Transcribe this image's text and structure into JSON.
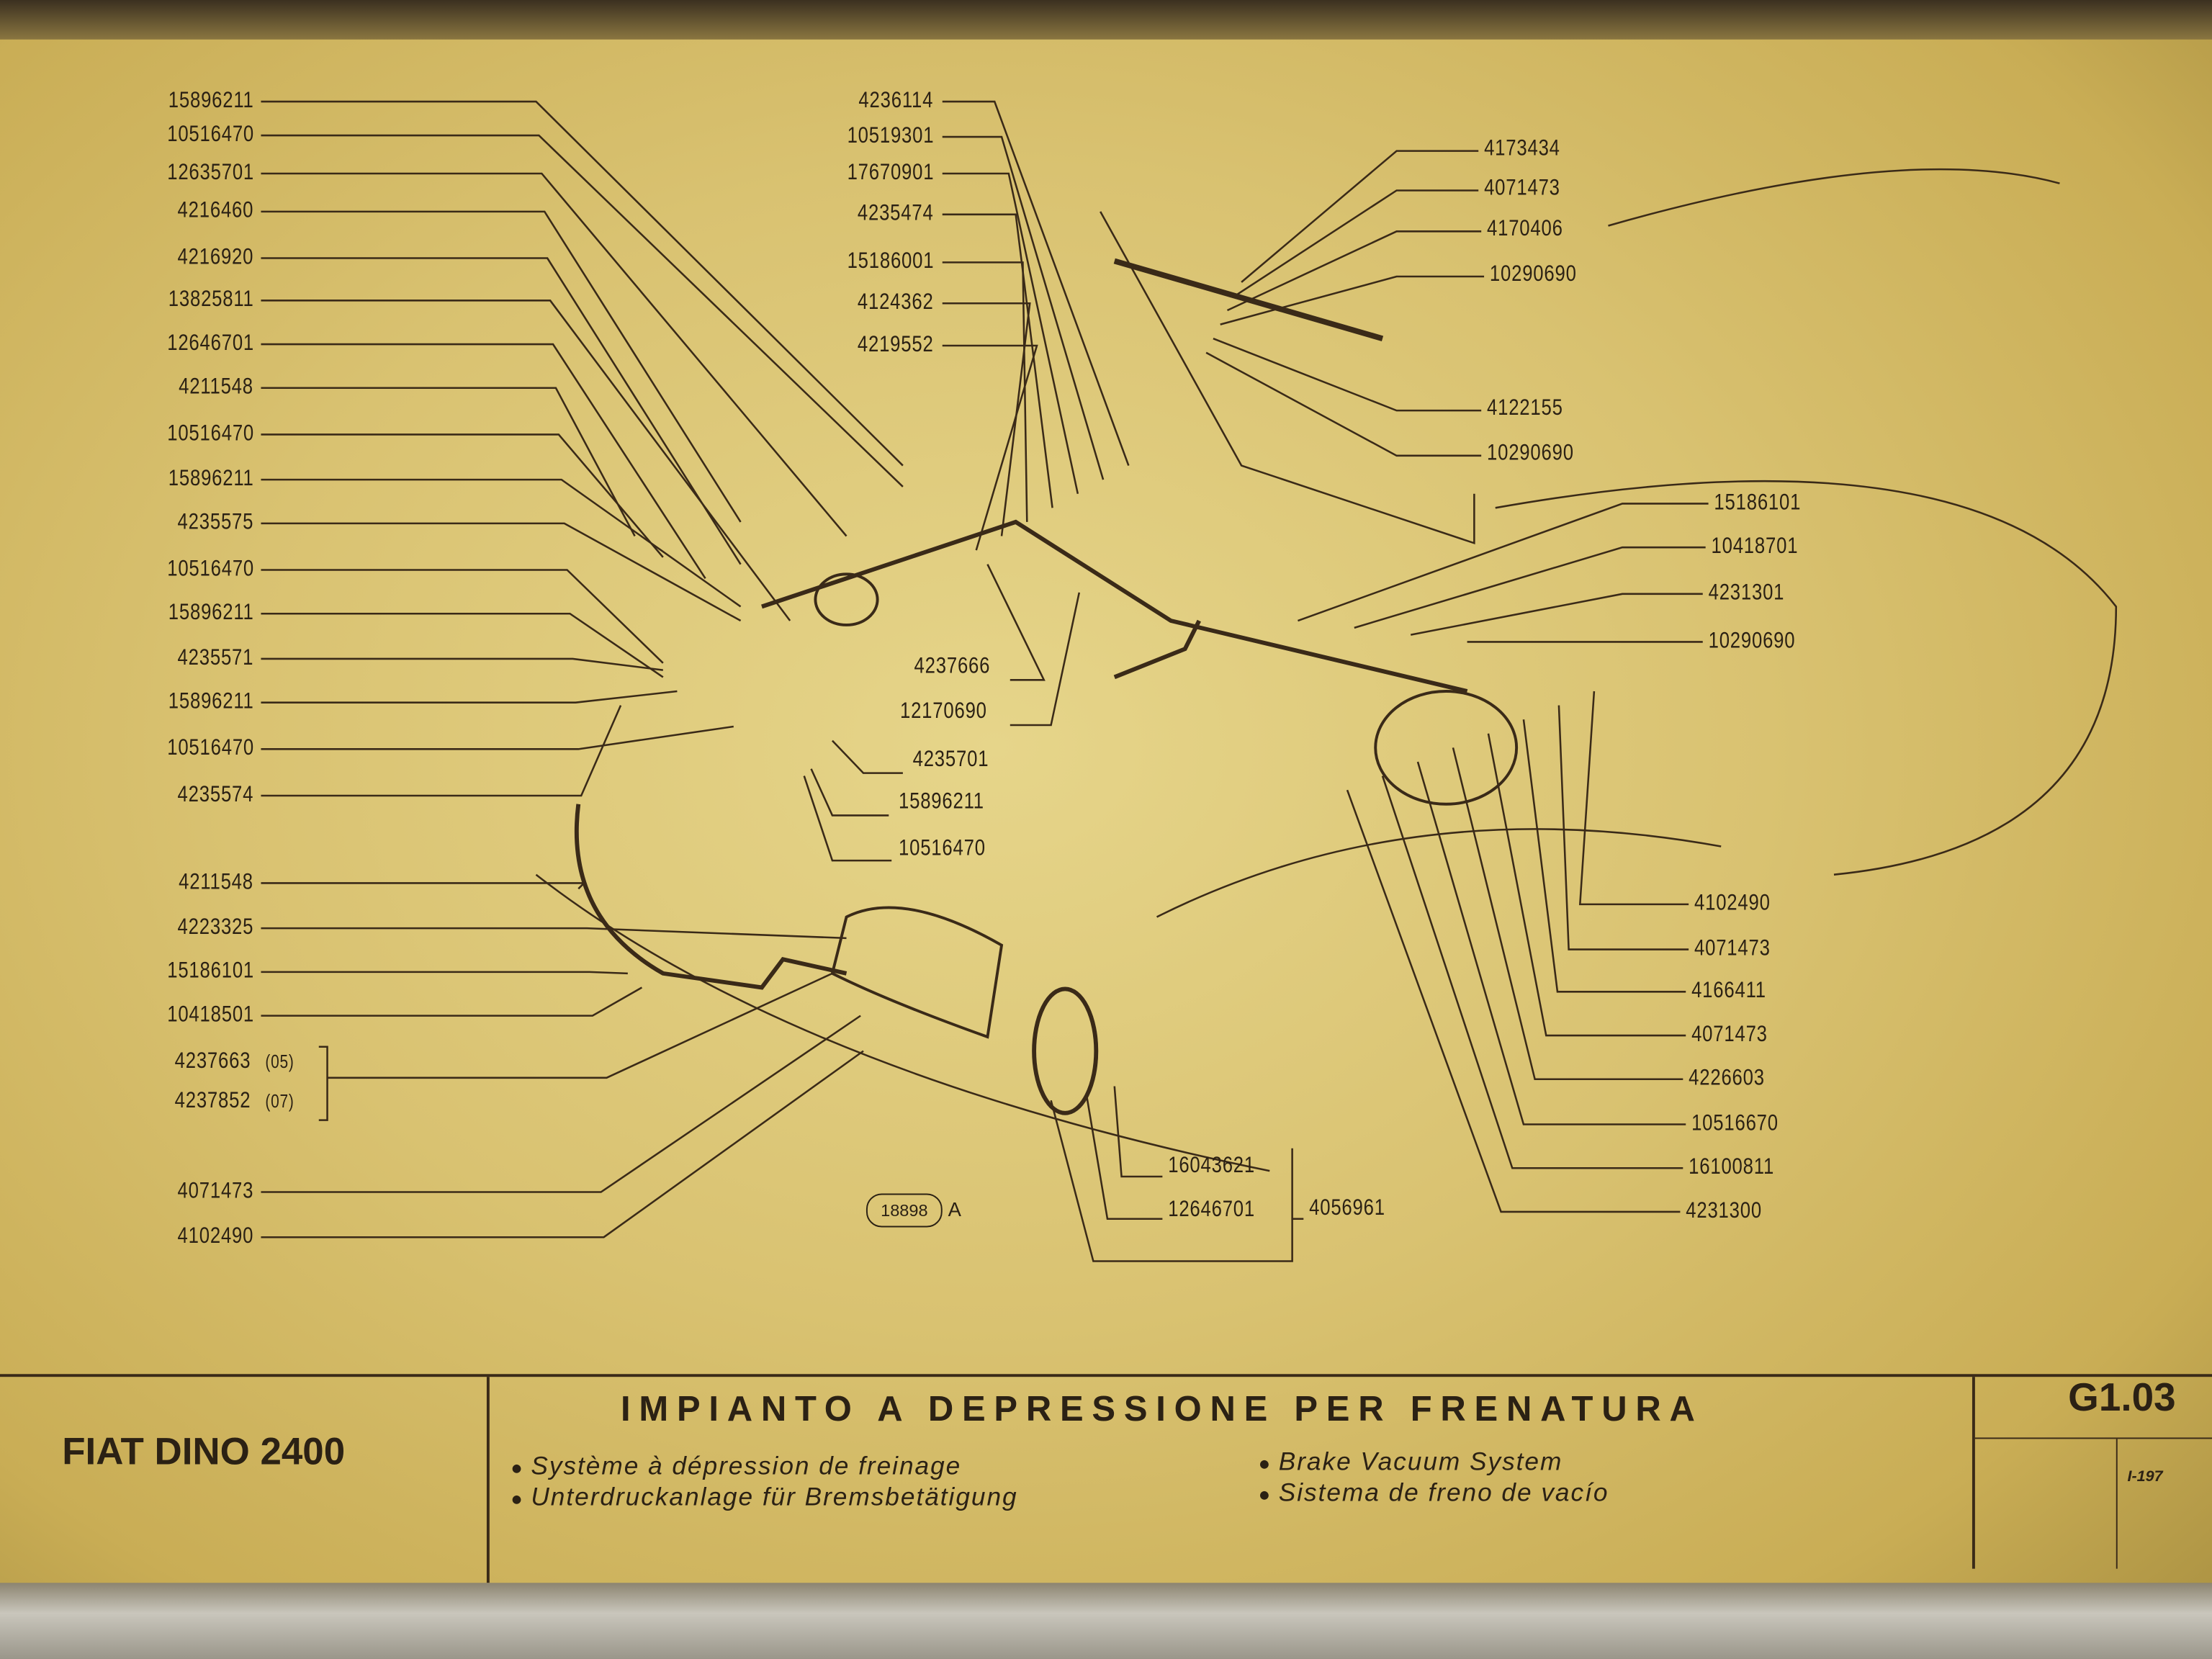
{
  "left_column": [
    "15896211",
    "10516470",
    "12635701",
    "4216460",
    "4216920",
    "13825811",
    "12646701",
    "4211548",
    "10516470",
    "15896211",
    "4235575",
    "10516470",
    "15896211",
    "4235571",
    "15896211",
    "10516470",
    "4235574",
    "4211548",
    "4223325",
    "15186101",
    "10418501",
    "4237663",
    "4237852",
    "4071473",
    "4102490"
  ],
  "variant_codes": [
    "(05)",
    "(07)"
  ],
  "top_center_column": [
    "4236114",
    "10519301",
    "17670901",
    "4235474",
    "15186001",
    "4124362",
    "4219552"
  ],
  "middle_labels": [
    "4237666",
    "12170690",
    "4235701",
    "15896211",
    "10516470"
  ],
  "right_top": [
    "4173434",
    "4071473",
    "4170406",
    "10290690",
    "4122155",
    "10290690"
  ],
  "right_middle": [
    "15186101",
    "10418701",
    "4231301",
    "10290690"
  ],
  "right_lower": [
    "4102490",
    "4071473",
    "4166411",
    "4071473",
    "4226603",
    "10516670",
    "16100811",
    "4231300"
  ],
  "bottom_labels": [
    "16043621",
    "12646701",
    "4056961"
  ],
  "drawing_ref": {
    "number": "18898",
    "suffix": "A"
  },
  "title_block": {
    "model": "FIAT DINO 2400",
    "title": "IMPIANTO A DEPRESSIONE PER FRENATURA",
    "translations": [
      "Système à dépression de freinage",
      "Unterdruckanlage für Bremsbetätigung",
      "Brake Vacuum System",
      "Sistema de freno de vacío"
    ],
    "sheet": "G1.03",
    "date": "I-197"
  },
  "colors": {
    "paper": "#d9c271",
    "ink": "#2b2114"
  }
}
